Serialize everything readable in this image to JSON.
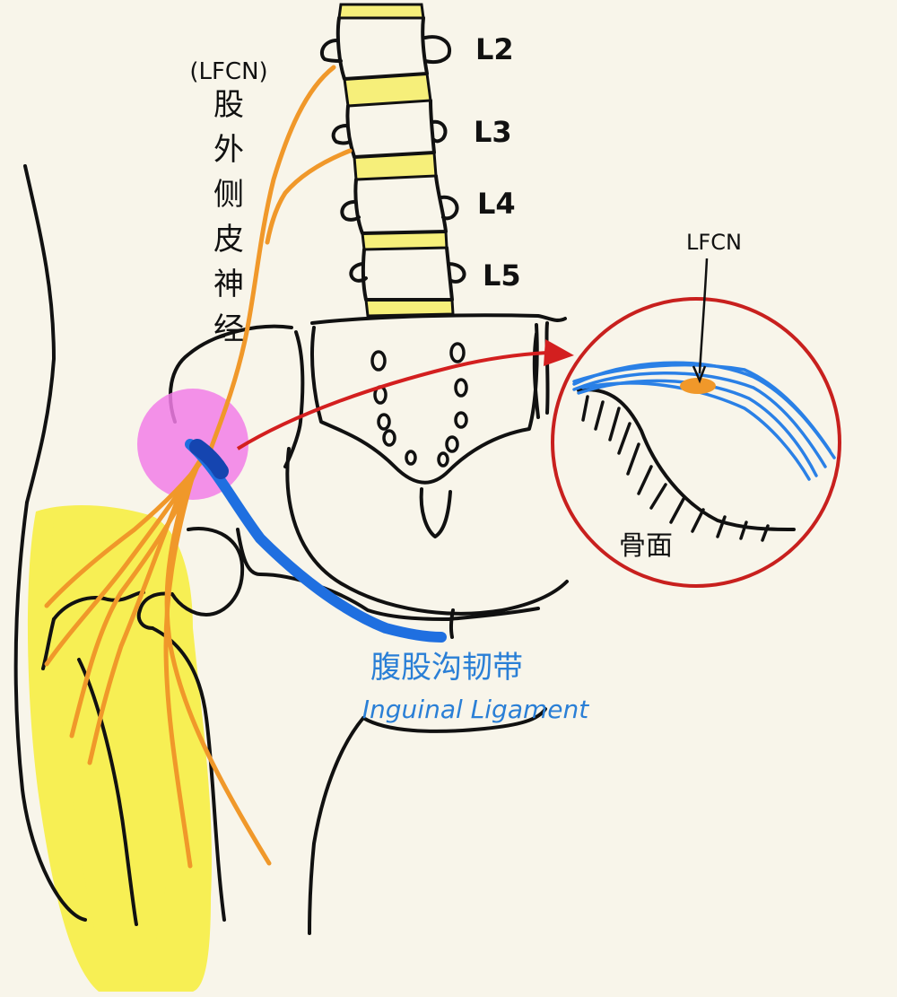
{
  "vertebrae": [
    "L2",
    "L3",
    "L4",
    "L5"
  ],
  "nerve": {
    "abbr": "(LFCN)",
    "name_chars": [
      "股",
      "外",
      "侧",
      "皮",
      "神",
      "经"
    ]
  },
  "ligament": {
    "name_cn": "腹股沟韧带",
    "name_en": "Inguinal Ligament"
  },
  "inset": {
    "nerve_label": "LFCN",
    "bone_label": "骨面"
  },
  "colors": {
    "nerve": "#f0982a",
    "ligament": "#1f6fe0",
    "highlight": "#f27ee8",
    "inset_circle": "#c8201e",
    "arrow": "#d31f1f",
    "muscle": "#f7ef3a",
    "disc": "#f6ef7a",
    "background": "#f8f5ea"
  }
}
